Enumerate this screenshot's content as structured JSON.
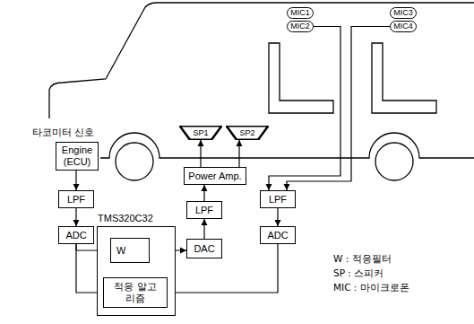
{
  "diagram": {
    "nodes": [
      {
        "text": [
          "MIC1"
        ]
      },
      {
        "text": [
          "MIC2"
        ]
      },
      {
        "text": [
          "MIC3"
        ]
      },
      {
        "text": [
          "MIC4"
        ]
      },
      {
        "text": [
          "SP1"
        ]
      },
      {
        "text": [
          "SP2"
        ]
      },
      {
        "text": [
          "Engine (ECU)"
        ]
      },
      {
        "text": [
          "Power Amp."
        ]
      },
      {
        "text": [
          "LPF"
        ]
      },
      {
        "text": [
          "LPF"
        ]
      },
      {
        "text": [
          "LPF"
        ]
      },
      {
        "text": [
          "ADC"
        ]
      },
      {
        "text": [
          "ADC"
        ]
      },
      {
        "text": [
          "TMS320C32"
        ]
      },
      {
        "text": [
          "W"
        ],
        "in": 13
      },
      {
        "text": [
          "DAC"
        ]
      },
      {
        "text": [
          "적응 알고리즘"
        ],
        "in": 13
      }
    ],
    "edges": [
      {
        "from": 1,
        "to": 10,
        "arrow": "to"
      },
      {
        "from": 3,
        "to": 10,
        "arrow": "to"
      },
      {
        "from": 10,
        "to": 12,
        "arrow": "to"
      },
      {
        "from": 12,
        "to": 16,
        "arrow": "to"
      },
      {
        "from": 6,
        "to": 8,
        "arrow": "to"
      },
      {
        "from": 8,
        "to": 11,
        "arrow": "to"
      },
      {
        "from": 11,
        "to": 14,
        "arrow": "to"
      },
      {
        "from": 11,
        "to": 16,
        "arrow": "to"
      },
      {
        "from": 16,
        "to": 14,
        "arrow": "to"
      },
      {
        "from": 14,
        "to": 15,
        "arrow": "to"
      },
      {
        "from": 15,
        "to": 9,
        "arrow": "to"
      },
      {
        "from": 9,
        "to": 7,
        "arrow": "to"
      },
      {
        "from": 7,
        "to": 4,
        "arrow": "to"
      },
      {
        "from": 7,
        "to": 5,
        "arrow": "to"
      }
    ],
    "labels": [
      "타코미터 신호",
      "W : 적응필터",
      "SP : 스피커",
      "MIC : 마이크로폰"
    ]
  }
}
